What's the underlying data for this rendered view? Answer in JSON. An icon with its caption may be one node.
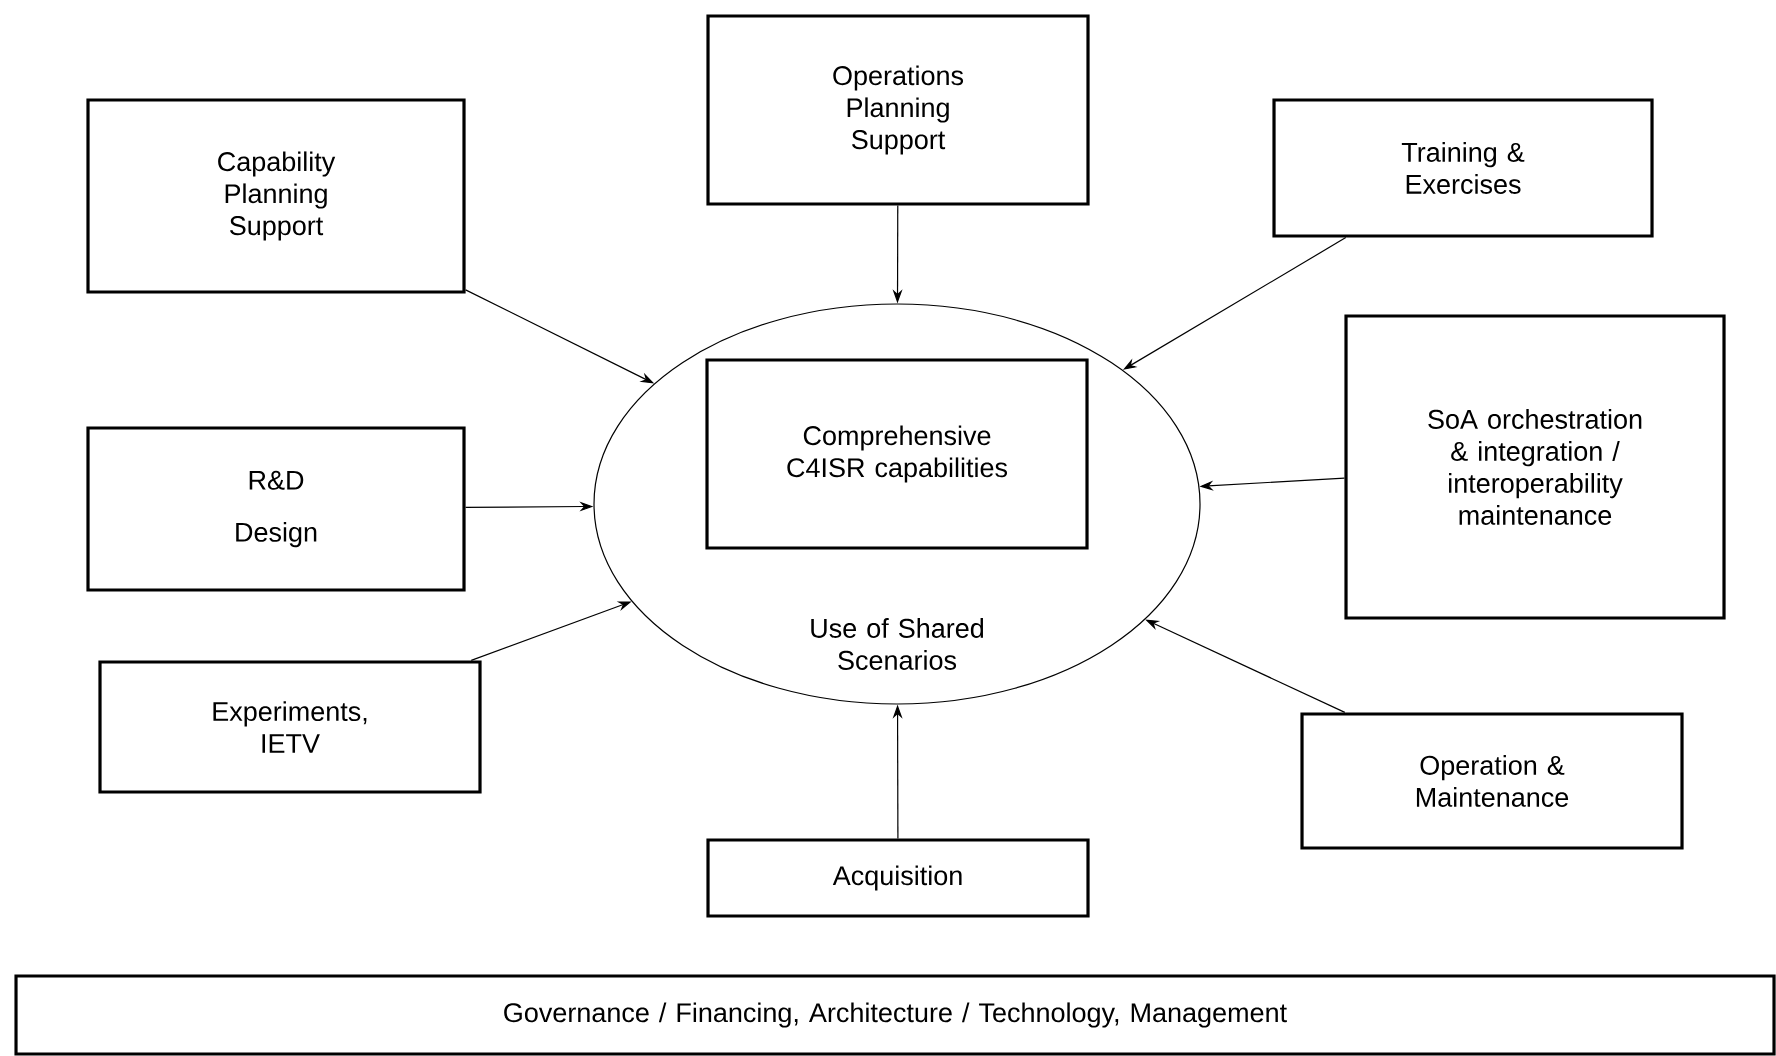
{
  "diagram": {
    "nodes": [
      {
        "text": [
          "Capability Planning Support"
        ]
      },
      {
        "text": [
          "Operations Planning Support"
        ]
      },
      {
        "text": [
          "Training & Exercises"
        ]
      },
      {
        "text": [
          "Use of Shared Scenarios"
        ]
      },
      {
        "text": [
          "Comprehensive C4ISR capabilities"
        ],
        "in": 3
      },
      {
        "text": [
          "R&D",
          "Design"
        ]
      },
      {
        "text": [
          "SoA orchestration & integration / interoperability maintenance"
        ]
      },
      {
        "text": [
          "Experiments, IETV"
        ]
      },
      {
        "text": [
          "Operation & Maintenance"
        ]
      },
      {
        "text": [
          "Acquisition"
        ]
      },
      {
        "text": [
          "Governance / Financing, Architecture / Technology, Management"
        ]
      }
    ],
    "edges": [
      {
        "from": 0,
        "to": 3,
        "arrow": "to"
      },
      {
        "from": 1,
        "to": 3,
        "arrow": "to"
      },
      {
        "from": 2,
        "to": 3,
        "arrow": "to"
      },
      {
        "from": 5,
        "to": 3,
        "arrow": "to"
      },
      {
        "from": 6,
        "to": 3,
        "arrow": "to"
      },
      {
        "from": 7,
        "to": 3,
        "arrow": "to"
      },
      {
        "from": 8,
        "to": 3,
        "arrow": "to"
      },
      {
        "from": 9,
        "to": 3,
        "arrow": "to"
      }
    ]
  }
}
